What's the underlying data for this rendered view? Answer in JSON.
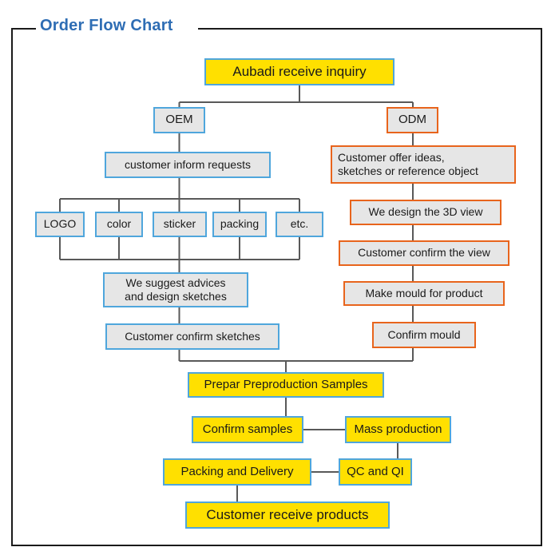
{
  "chart_data": {
    "type": "diagram",
    "title": "Order Flow Chart",
    "title_color": "#2E6DB4",
    "palette": {
      "grey_fill": "#E6E6E6",
      "yellow_fill": "#FFE000",
      "blue_border": "#4FA6DC",
      "orange_border": "#E8641C",
      "connector": "#595959",
      "frame": "#1a1a1a"
    },
    "nodes": [
      {
        "id": "start",
        "label": "Aubadi receive inquiry",
        "fill": "yellow",
        "border": "blue"
      },
      {
        "id": "oem",
        "label": "OEM",
        "fill": "grey",
        "border": "blue"
      },
      {
        "id": "odm",
        "label": "ODM",
        "fill": "grey",
        "border": "orange"
      },
      {
        "id": "inform",
        "label": "customer inform requests",
        "fill": "grey",
        "border": "blue"
      },
      {
        "id": "logo",
        "label": "LOGO",
        "fill": "grey",
        "border": "blue"
      },
      {
        "id": "color",
        "label": "color",
        "fill": "grey",
        "border": "blue"
      },
      {
        "id": "sticker",
        "label": "sticker",
        "fill": "grey",
        "border": "blue"
      },
      {
        "id": "packing",
        "label": "packing",
        "fill": "grey",
        "border": "blue"
      },
      {
        "id": "etc",
        "label": "etc.",
        "fill": "grey",
        "border": "blue"
      },
      {
        "id": "advices",
        "label": "We suggest advices\nand design sketches",
        "fill": "grey",
        "border": "blue"
      },
      {
        "id": "confirmsketch",
        "label": "Customer confirm sketches",
        "fill": "grey",
        "border": "blue"
      },
      {
        "id": "ideas",
        "label": "Customer offer ideas,\nsketches or reference object",
        "fill": "grey",
        "border": "orange"
      },
      {
        "id": "design3d",
        "label": "We design the 3D view",
        "fill": "grey",
        "border": "orange"
      },
      {
        "id": "confirmview",
        "label": "Customer confirm the view",
        "fill": "grey",
        "border": "orange"
      },
      {
        "id": "mould",
        "label": "Make mould for product",
        "fill": "grey",
        "border": "orange"
      },
      {
        "id": "confirmmould",
        "label": "Confirm mould",
        "fill": "grey",
        "border": "orange"
      },
      {
        "id": "prepar",
        "label": "Prepar Preproduction Samples",
        "fill": "yellow",
        "border": "blue"
      },
      {
        "id": "confirmsamples",
        "label": "Confirm samples",
        "fill": "yellow",
        "border": "blue"
      },
      {
        "id": "mass",
        "label": "Mass production",
        "fill": "yellow",
        "border": "blue"
      },
      {
        "id": "packdeliver",
        "label": "Packing and Delivery",
        "fill": "yellow",
        "border": "blue"
      },
      {
        "id": "qc",
        "label": "QC and QI",
        "fill": "yellow",
        "border": "blue"
      },
      {
        "id": "receive",
        "label": "Customer receive products",
        "fill": "yellow",
        "border": "blue"
      }
    ],
    "edges": [
      [
        "start",
        "oem"
      ],
      [
        "start",
        "odm"
      ],
      [
        "oem",
        "inform"
      ],
      [
        "inform",
        "logo"
      ],
      [
        "inform",
        "color"
      ],
      [
        "inform",
        "sticker"
      ],
      [
        "inform",
        "packing"
      ],
      [
        "inform",
        "etc"
      ],
      [
        "logo",
        "advices"
      ],
      [
        "color",
        "advices"
      ],
      [
        "sticker",
        "advices"
      ],
      [
        "packing",
        "advices"
      ],
      [
        "etc",
        "advices"
      ],
      [
        "advices",
        "confirmsketch"
      ],
      [
        "odm",
        "ideas"
      ],
      [
        "ideas",
        "design3d"
      ],
      [
        "design3d",
        "confirmview"
      ],
      [
        "confirmview",
        "mould"
      ],
      [
        "mould",
        "confirmmould"
      ],
      [
        "confirmsketch",
        "prepar"
      ],
      [
        "confirmmould",
        "prepar"
      ],
      [
        "prepar",
        "confirmsamples"
      ],
      [
        "confirmsamples",
        "mass"
      ],
      [
        "mass",
        "qc"
      ],
      [
        "qc",
        "packdeliver"
      ],
      [
        "packdeliver",
        "receive"
      ]
    ]
  },
  "nodes": {
    "start": {
      "label": "Aubadi receive inquiry"
    },
    "oem": {
      "label": "OEM"
    },
    "odm": {
      "label": "ODM"
    },
    "inform": {
      "label": "customer inform requests"
    },
    "logo": {
      "label": "LOGO"
    },
    "color": {
      "label": "color"
    },
    "sticker": {
      "label": "sticker"
    },
    "packing": {
      "label": "packing"
    },
    "etc": {
      "label": "etc."
    },
    "advices_l1": {
      "label": "We suggest advices"
    },
    "advices_l2": {
      "label": "and design sketches"
    },
    "confirmsketch": {
      "label": "Customer confirm sketches"
    },
    "ideas_l1": {
      "label": "Customer offer ideas,"
    },
    "ideas_l2": {
      "label": "sketches or reference object"
    },
    "design3d": {
      "label": "We design the 3D view"
    },
    "confirmview": {
      "label": "Customer confirm the view"
    },
    "mould": {
      "label": "Make mould for product"
    },
    "confirmmould": {
      "label": "Confirm mould"
    },
    "prepar": {
      "label": "Prepar Preproduction Samples"
    },
    "confirmsamples": {
      "label": "Confirm samples"
    },
    "mass": {
      "label": "Mass production"
    },
    "packdeliver": {
      "label": "Packing and Delivery"
    },
    "qc": {
      "label": "QC and QI"
    },
    "receive": {
      "label": "Customer receive products"
    }
  },
  "frame": {
    "title": "Order Flow Chart"
  }
}
